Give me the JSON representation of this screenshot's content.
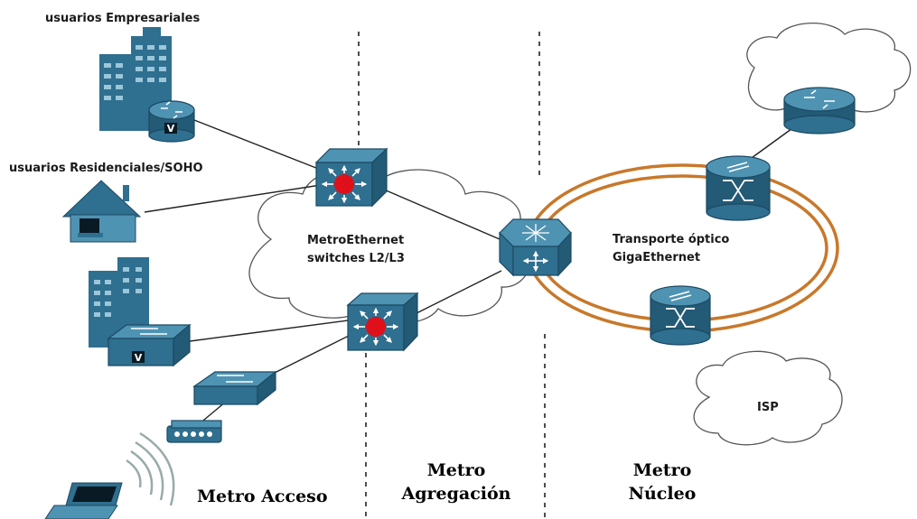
{
  "labels": {
    "empresariales": "usuarios Empresariales",
    "residenciales": "usuarios Residenciales/SOHO",
    "metro_cloud_line1": "MetroEthernet",
    "metro_cloud_line2": "switches L2/L3",
    "transport_line1": "Transporte óptico",
    "transport_line2": "GigaEthernet",
    "isp": "ISP",
    "router_badge": "V",
    "switch_badge": "V"
  },
  "zones": {
    "acceso": "Metro Acceso",
    "agregacion_line1": "Metro",
    "agregacion_line2": "Agregación",
    "nucleo_line1": "Metro",
    "nucleo_line2": "Núcleo"
  },
  "colors": {
    "device": "#2f6f8f",
    "ring": "#c8782a",
    "switch_core": "#e0101a"
  }
}
